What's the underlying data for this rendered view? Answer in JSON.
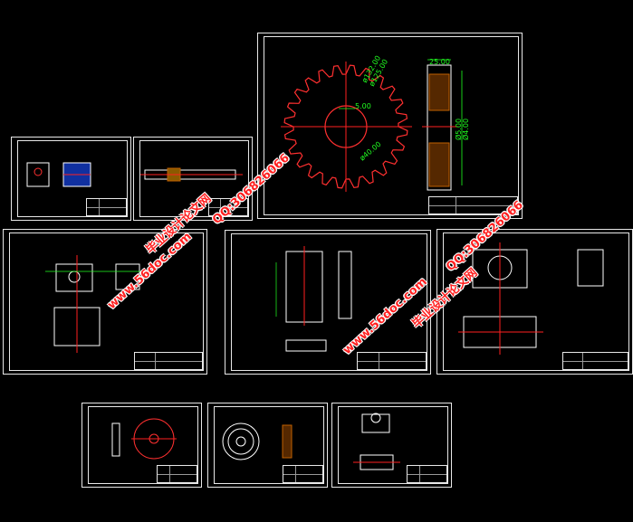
{
  "gear_sheet": {
    "dim_tip_diameter": "ø132.00",
    "dim_root_diameter": "ø125.00",
    "dim_hub_diameter": "ø40.00",
    "dim_key_width": "5.00",
    "dim_face_width": "25.00",
    "dim_side_a": "Ø5.00",
    "dim_side_b": "Ø4.00"
  },
  "watermarks": {
    "site": "www.56doc.com",
    "qq": "QQ:306826066",
    "brand": "毕业设计论文网"
  },
  "colors": {
    "sheet_border": "#e8e8e8",
    "gear": "#ff3030",
    "centerline": "#ff2020",
    "dimension": "#20ff20",
    "part": "#ffffff",
    "hatch": "#c06000",
    "watermark": "#ff2020"
  }
}
